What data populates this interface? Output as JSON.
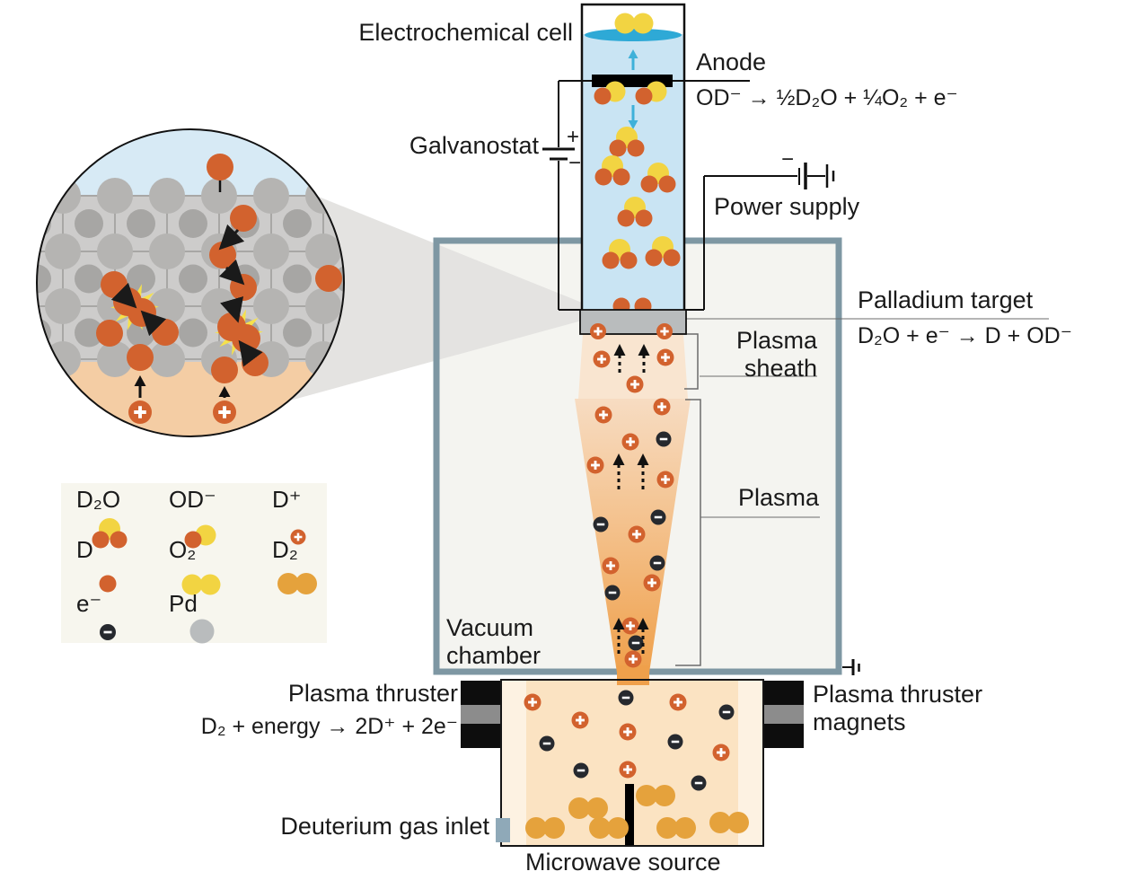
{
  "labels": {
    "electrochemical_cell": "Electrochemical cell",
    "anode": "Anode",
    "anode_equation": "OD⁻ → ½D₂O + ¼O₂ + e⁻",
    "galvanostat": "Galvanostat",
    "galvanostat_plus": "+",
    "galvanostat_minus": "−",
    "power_supply": "Power supply",
    "power_supply_minus": "−",
    "palladium_target": "Palladium target",
    "palladium_equation": "D₂O + e⁻ → D + OD⁻",
    "plasma_sheath_line1": "Plasma",
    "plasma_sheath_line2": "sheath",
    "plasma": "Plasma",
    "vacuum_chamber_line1": "Vacuum",
    "vacuum_chamber_line2": "chamber",
    "plasma_thruster": "Plasma thruster",
    "thruster_equation": "D₂ + energy → 2D⁺ + 2e⁻",
    "magnets_line1": "Plasma thruster",
    "magnets_line2": "magnets",
    "deuterium_gas_inlet": "Deuterium gas inlet",
    "microwave_source": "Microwave source"
  },
  "legend": {
    "items": [
      {
        "label": "D₂O",
        "icon": "d2o-molecule-icon"
      },
      {
        "label": "OD⁻",
        "icon": "od-ion-icon"
      },
      {
        "label": "D⁺",
        "icon": "deuteron-icon"
      },
      {
        "label": "D",
        "icon": "deuterium-atom-icon"
      },
      {
        "label": "O₂",
        "icon": "oxygen-molecule-icon"
      },
      {
        "label": "D₂",
        "icon": "deuterium-molecule-icon"
      },
      {
        "label": "e⁻",
        "icon": "electron-icon"
      },
      {
        "label": "Pd",
        "icon": "palladium-atom-icon"
      }
    ]
  },
  "colors": {
    "chamber_border": "#7e97a3",
    "chamber_fill": "#f4f4f0",
    "beam_gray": "#e4e3e1",
    "liquid_blue": "#c9e4f3",
    "meniscus_blue": "#2ea9d6",
    "cyan_arrow": "#3eb1d9",
    "sheath_peach": "#f9e5d0",
    "plume_top": "#f7dcc2",
    "plume_mid": "#f3bc82",
    "plume_bottom": "#efa04b",
    "thruster_outer": "#fdf2e2",
    "thruster_inner": "#fbe3c2",
    "magnet_black": "#0d0d0d",
    "magnet_gray": "#8c8c8c",
    "inlet_bluegray": "#8fa9b8",
    "ion_orange": "#d2622e",
    "electron_dark": "#26292e",
    "oxygen_yellow": "#f2d442",
    "d2_amber": "#e5a23c",
    "pd_gray": "#b9bcbd",
    "legend_bg": "#f7f6ee",
    "inset_blue": "#d7eaf5",
    "inset_peach": "#f4cda4",
    "lattice_bg": "#cdcccb",
    "lattice_node": "#b5b4b2",
    "lattice_center": "#a7a6a4",
    "lattice_line": "#a8a7a5",
    "fusion_star_yellow": "#f6e14b",
    "wire_black": "#111111",
    "leader_gray": "#6b6b6b"
  }
}
